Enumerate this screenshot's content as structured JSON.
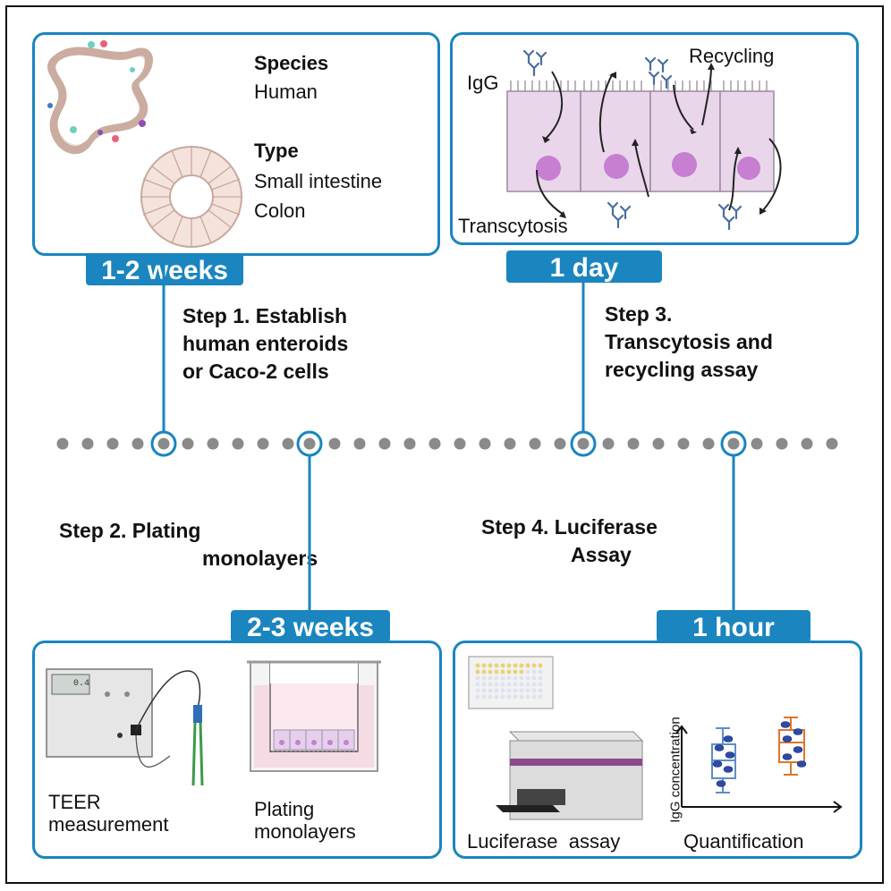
{
  "panel1": {
    "species_heading": "Species",
    "species_value": "Human",
    "type_heading": "Type",
    "type_values": [
      "Small intestine",
      "Colon"
    ],
    "duration": "1-2 weeks"
  },
  "panel2": {
    "igg": "IgG",
    "recycling": "Recycling",
    "transcytosis": "Transcytosis",
    "duration": "1 day"
  },
  "panel3": {
    "teer_label": [
      "TEER",
      "measurement"
    ],
    "meter_display": "0.4",
    "plating_label": [
      "Plating",
      "monolayers"
    ],
    "duration": "2-3 weeks"
  },
  "panel4": {
    "luciferase_label": "Luciferase  assay",
    "quantification_label": "Quantification",
    "yaxis_label": "IgG concentration",
    "duration": "1 hour"
  },
  "steps": {
    "step1": [
      "Step 1. Establish",
      "human enteroids",
      "or Caco-2 cells"
    ],
    "step2": [
      "Step 2. Plating",
      "monolayers"
    ],
    "step3": [
      "Step 3.",
      "Transcytosis and",
      "recycling assay"
    ],
    "step4": [
      "Step 4. Luciferase",
      "Assay"
    ]
  },
  "colors": {
    "accent": "#1a85bf",
    "dots": "#8a8a8a",
    "cell": "#e9d6ea",
    "nucleus": "#c77fd1",
    "antibody": "#4a6ea1",
    "box_blue": "#5b8fc9",
    "box_orange": "#e0752a",
    "reader_stripe": "#8b4a8c"
  }
}
